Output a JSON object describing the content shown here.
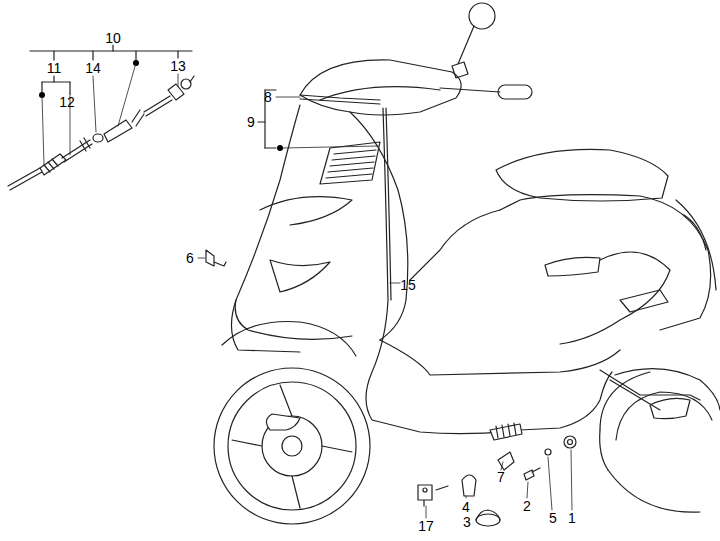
{
  "diagram": {
    "labels": [
      "10",
      "11",
      "14",
      "13",
      "12",
      "8",
      "9",
      "6",
      "15",
      "7",
      "2",
      "4",
      "5",
      "1",
      "17",
      "3"
    ]
  }
}
